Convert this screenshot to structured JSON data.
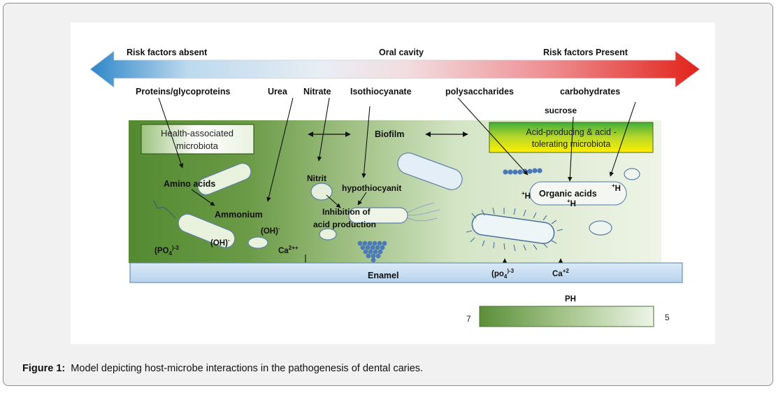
{
  "arrow": {
    "left_label": "Risk factors absent",
    "center_label": "Oral cavity",
    "right_label": "Risk factors Present",
    "color_left": "#2e86c8",
    "color_right": "#e2231a"
  },
  "inputs": {
    "proteins": "Proteins/glycoproteins",
    "urea": "Urea",
    "nitrate": "Nitrate",
    "isothiocyanate": "Isothiocyanate",
    "polysaccharides": "polysaccharides",
    "carbohydrates": "carbohydrates",
    "sucrose": "sucrose"
  },
  "biofilm": {
    "health_box": "Health-associated microbiota",
    "center_label": "Biofilm",
    "acid_box": "Acid-producing & acid - tolerating microbiota",
    "color_health": "#5a8f38",
    "color_acid_top": "#3fae3a",
    "color_acid_bottom": "#ffee00"
  },
  "products": {
    "amino_acids": "Amino acids",
    "ammonium": "Ammonium",
    "oh1": "(OH)",
    "oh2": "(OH)",
    "oh_sup": "-",
    "po4_left": "(PO",
    "po4_left_sub": "4",
    "po4_left_sup": ")-3",
    "ca_left": "Ca",
    "ca_left_sup": "2++",
    "nitrit": "Nitrit",
    "hypothiocyanit": "hypothiocyanit",
    "inhibition_line1": "Inhibition of",
    "inhibition_line2": "acid production",
    "organic_acids": "Organic acids",
    "h_plus": "H",
    "h_sup": "+"
  },
  "enamel": {
    "label": "Enamel",
    "po4_right": "(po",
    "po4_right_sub": "4",
    "po4_right_sup": ")-3",
    "ca_right": "Ca",
    "ca_right_sup": "+2"
  },
  "ph_scale": {
    "title": "PH",
    "left_value": "7",
    "right_value": "5"
  },
  "caption": {
    "label": "Figure 1:",
    "text": "Model depicting host-microbe interactions in the pathogenesis of dental caries."
  }
}
